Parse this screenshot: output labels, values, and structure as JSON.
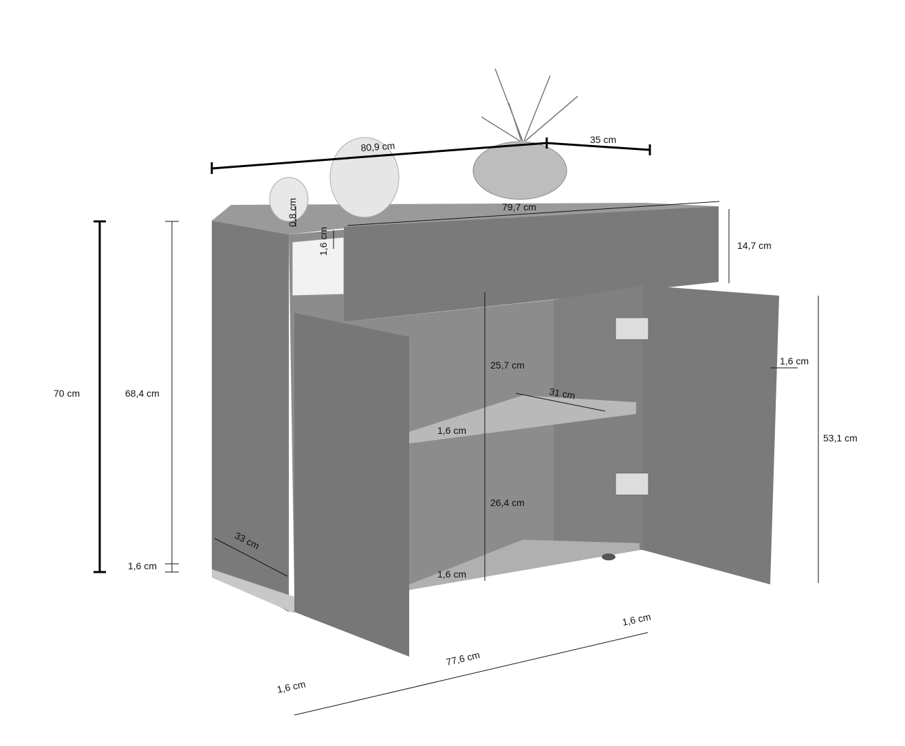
{
  "diagram": {
    "subject": "sideboard",
    "colors": {
      "body": "#7a7a7a",
      "interior": "#8c8c8c",
      "shelf": "#b9b9b9",
      "top": "#9a9a9a",
      "line": "#111111"
    },
    "dimensions": {
      "overall_width": "80,9 cm",
      "overall_depth": "35 cm",
      "top_width": "79,7 cm",
      "top_gap": "0,8 cm",
      "drawer_panel": "1,6 cm",
      "drawer_height": "14,7 cm",
      "overall_height": "70 cm",
      "body_height": "68,4 cm",
      "plinth": "1,6 cm",
      "upper_compartment": "25,7 cm",
      "shelf_depth": "31 cm",
      "shelf_thickness": "1,6 cm",
      "lower_compartment": "26,4 cm",
      "bottom_thickness": "1,6 cm",
      "side_depth": "33 cm",
      "door_thickness": "1,6 cm",
      "door_height": "53,1 cm",
      "right_side": "1,6 cm",
      "inner_width": "77,6  cm",
      "left_side": "1,6 cm"
    }
  }
}
